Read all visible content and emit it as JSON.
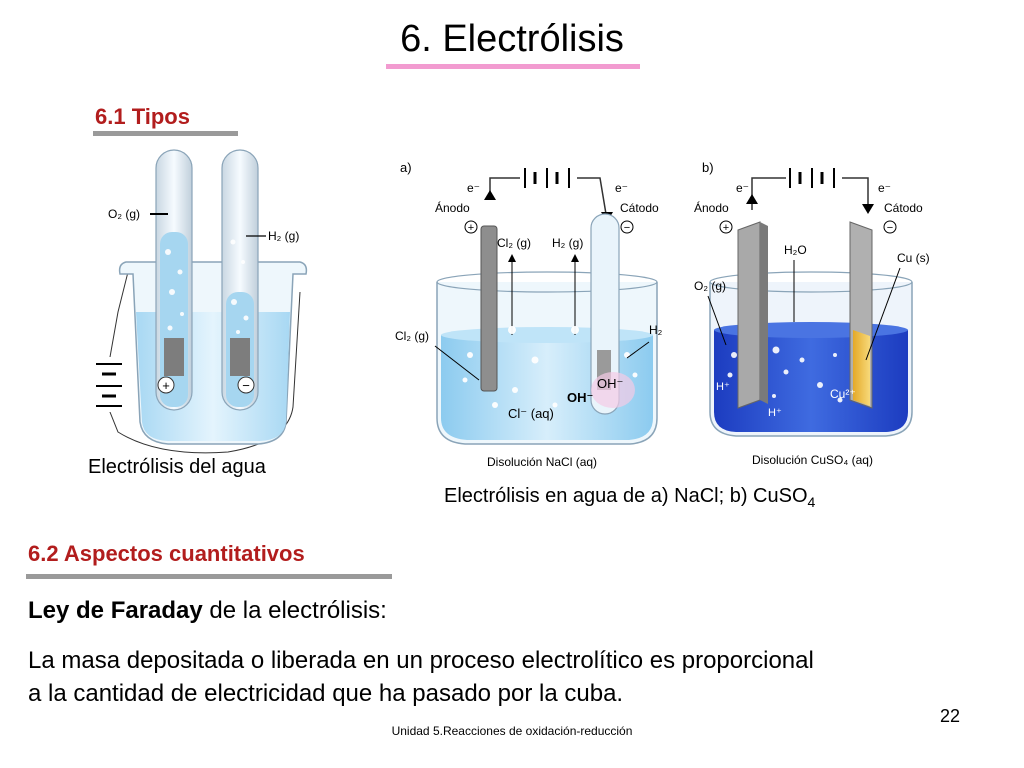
{
  "slide": {
    "title": "6. Electrólisis",
    "page_number": "22",
    "footer": "Unidad 5.Reacciones de oxidación-reducción"
  },
  "section1": {
    "heading": "6.1 Tipos",
    "caption_left": "Electrólisis del agua",
    "caption_right_main": "Electrólisis en agua de a) NaCl; b) CuSO",
    "caption_right_sub": "4"
  },
  "fig_water": {
    "o2_label": "O₂ (g)",
    "h2_label": "H₂ (g)",
    "plus": "+",
    "minus": "−"
  },
  "fig_a": {
    "panel": "a)",
    "e_left": "e⁻",
    "e_right": "e⁻",
    "anode": "Ánodo",
    "cathode": "Cátodo",
    "cl2_top": "Cl₂ (g)",
    "h2_top": "H₂ (g)",
    "cl2_side": "Cl₂ (g)",
    "h2_side": "H₂",
    "oh1": "OH⁻",
    "oh2": "OH⁻",
    "cl_aq": "Cl⁻ (aq)",
    "solution": "Disolución NaCl (aq)",
    "plus": "+",
    "minus": "−"
  },
  "fig_b": {
    "panel": "b)",
    "e_left": "e⁻",
    "e_right": "e⁻",
    "anode": "Ánodo",
    "cathode": "Cátodo",
    "h2o": "H₂O",
    "cu": "Cu (s)",
    "o2": "O₂ (g)",
    "hplus1": "H⁺",
    "hplus2": "H⁺",
    "cu2": "Cu²⁺",
    "solution": "Disolución CuSO₄ (aq)",
    "plus": "+",
    "minus": "−"
  },
  "section2": {
    "heading": "6.2 Aspectos cuantitativos",
    "law_bold": "Ley de Faraday",
    "law_rest": " de la electrólisis:",
    "statement_line1": "La masa depositada o liberada en un proceso electrolítico es proporcional",
    "statement_line2": "a la cantidad de electricidad que ha pasado por la cuba."
  },
  "colors": {
    "title_underline": "#f29bd0",
    "heading_red": "#b21d1d",
    "heading_underline": "#9a9a9a",
    "water_light": "#bfe3f6",
    "water_dark": "#1e45c8"
  }
}
